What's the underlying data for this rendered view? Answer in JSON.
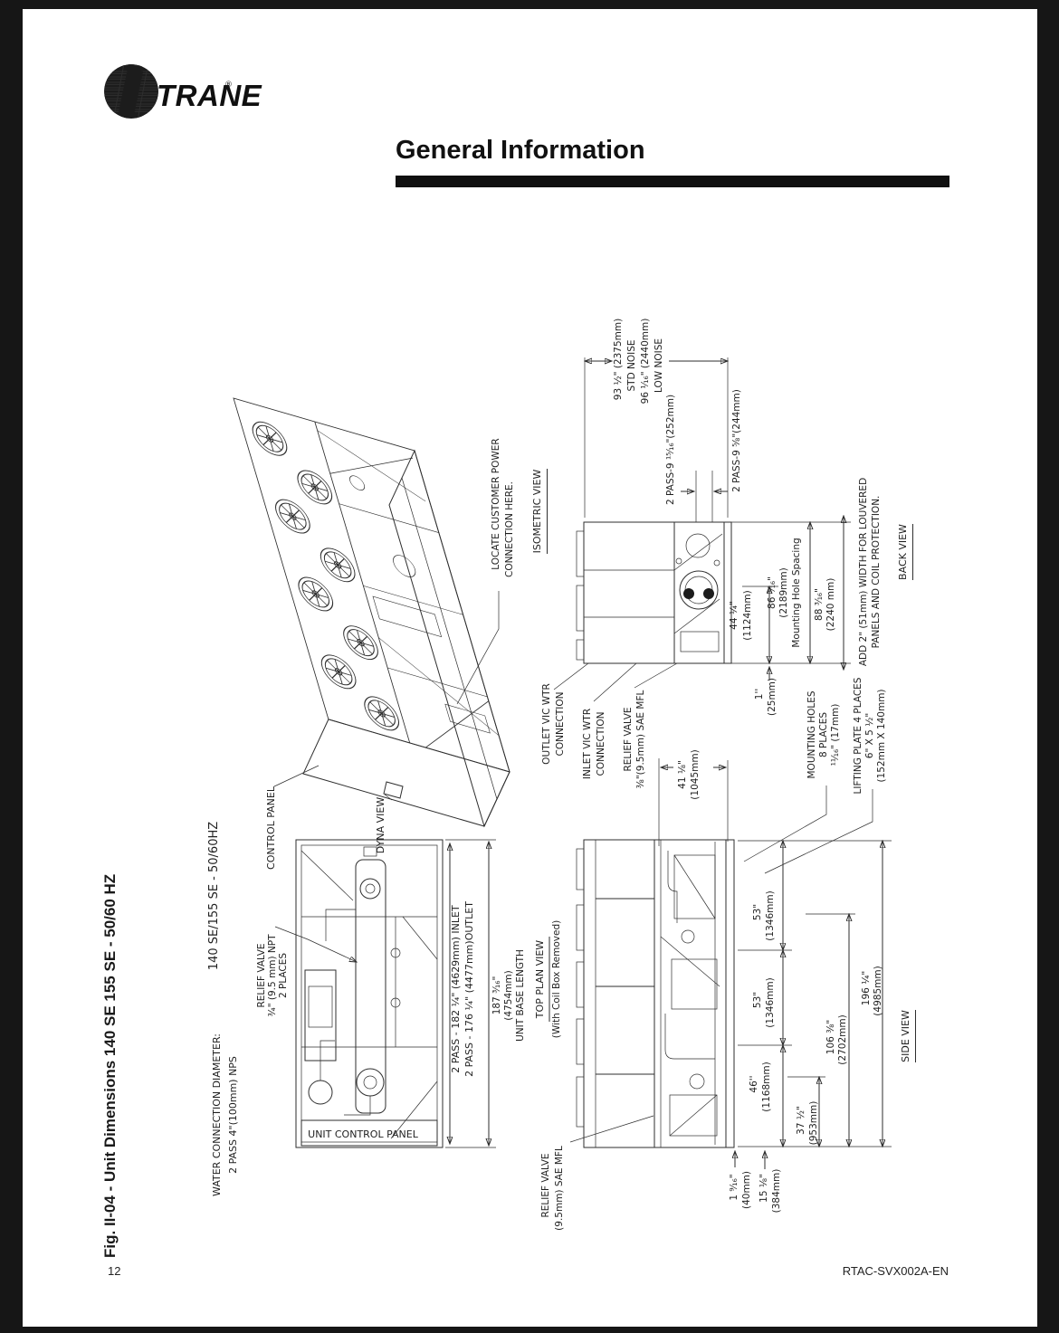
{
  "header": {
    "brand": "TRANE",
    "reg": "®",
    "title": "General Information"
  },
  "figure_title": "Fig. II-04 - Unit Dimensions 140 SE 155 SE - 50/60 HZ",
  "footer": {
    "page": "12",
    "code": "RTAC-SVX002A-EN"
  },
  "iso": {
    "view": "ISOMETRIC VIEW",
    "power1": "LOCATE CUSTOMER POWER",
    "power2": "CONNECTION HERE.",
    "control": "CONTROL PANEL",
    "dyna": "DYNA VIEW"
  },
  "plan": {
    "model": "140 SE/155 SE - 50/60HZ",
    "water1": "WATER CONNECTION DIAMETER:",
    "water2": "2 PASS 4\"(100mm) NPS",
    "relief1": "RELIEF VALVE",
    "relief2": "¾\" (9.5 mm) NPT",
    "relief3": "2 PLACES",
    "inlet": "2 PASS - 182 ¼\" (4629mm) INLET",
    "outlet": "2 PASS - 176 ¼\" (4477mm)OUTLET",
    "len1": "187 ³⁄₁₆\"",
    "len2": "(4754mm)",
    "len3": "UNIT BASE LENGTH",
    "view": "TOP PLAN VIEW",
    "view_sub": "(With Coil Box Removed)",
    "ucp": "UNIT CONTROL PANEL"
  },
  "back": {
    "view": "BACK VIEW",
    "noise1": "93 ½\" (2375mm)",
    "noise2": "STD NOISE",
    "noise3": "96 ¹⁄₁₆\" (2440mm)",
    "noise4": "LOW NOISE",
    "pass252": "2 PASS-9 ¹⁵⁄₁₆\"(252mm)",
    "pass244": "2 PASS-9 ⅝\"(244mm)",
    "d44a": "44 ¼\"",
    "d44b": "(1124mm)",
    "d1a": "1''",
    "d1b": "(25mm)",
    "d86a": "86 ³⁄₁₆\"",
    "d86b": "(2189mm)",
    "d86c": "Mounting Hole Spacing",
    "d88a": "88 ³⁄₁₆\"",
    "d88b": "(2240 mm)",
    "louver1": "ADD 2\" (51mm) WIDTH FOR LOUVERED",
    "louver2": "PANELS AND COIL PROTECTION."
  },
  "side": {
    "view": "SIDE VIEW",
    "outlet1": "OUTLET VIC WTR",
    "outlet2": "CONNECTION",
    "inlet1": "INLET VIC WTR",
    "inlet2": "CONNECTION",
    "relief1": "RELIEF VALVE",
    "relief2": "⅜\"(9.5mm) SAE MFL",
    "d41a": "41 ⅛\"",
    "d41b": "(1045mm)",
    "mh1": "MOUNTING HOLES",
    "mh2": "8 PLACES",
    "mh3": "¹¹⁄₁₆\" (17mm)",
    "lp1": "LIFTING PLATE 4 PLACES",
    "lp2": "6\" X 5 ½\"",
    "lp3": "(152mm X 140mm)",
    "d53a1": "53\"",
    "d53a2": "(1346mm)",
    "d53b1": "53\"",
    "d53b2": "(1346mm)",
    "d46a": "46''",
    "d46b": "(1168mm)",
    "d37a": "37 ½\"",
    "d37b": "(953mm)",
    "d106a": "106 ⅜\"",
    "d106b": "(2702mm)",
    "d196a": "196 ¼\"",
    "d196b": "(4985mm)",
    "d40a": "1 ⁹⁄₁₆\"",
    "d40b": "(40mm)",
    "d384a": "15 ⅛\"",
    "d384b": "(384mm)",
    "reliefb1": "RELIEF VALVE",
    "reliefb2": "(9.5mm) SAE MFL"
  }
}
